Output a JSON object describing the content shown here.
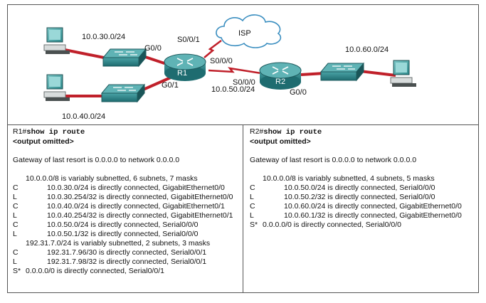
{
  "topology": {
    "nets": {
      "net_30": "10.0.30.0/24",
      "net_40": "10.0.40.0/24",
      "net_50": "10.0.50.0/24",
      "net_60": "10.0.60.0/24"
    },
    "ports": {
      "r1_g00": "G0/0",
      "r1_g01": "G0/1",
      "r1_s001": "S0/0/1",
      "r1_s000": "S0/0/0",
      "r2_s000": "S0/0/0",
      "r2_g00": "G0/0"
    },
    "devices": {
      "r1": "R1",
      "r2": "R2",
      "isp": "ISP"
    }
  },
  "r1_panel": {
    "prompt": "R1#",
    "command": "show ip route",
    "omitted": "<output omitted>",
    "gateway": "Gateway of last resort is 0.0.0.0 to network 0.0.0.0",
    "subnet_header_1": "10.0.0.0/8 is variably subnetted, 6 subnets, 7 masks",
    "routes_1": [
      {
        "code": "C",
        "text": "10.0.30.0/24 is directly connected, GigabitEthernet0/0"
      },
      {
        "code": "L",
        "text": "10.0.30.254/32 is directly connected, GigabitEthernet0/0"
      },
      {
        "code": "C",
        "text": "10.0.40.0/24 is directly connected, GigabitEthernet0/1"
      },
      {
        "code": "L",
        "text": "10.0.40.254/32 is directly connected, GigabitEthernet0/1"
      },
      {
        "code": "C",
        "text": "10.0.50.0/24 is directly connected, Serial0/0/0"
      },
      {
        "code": "L",
        "text": "10.0.50.1/32 is directly connected, Serial0/0/0"
      }
    ],
    "subnet_header_2": "192.31.7.0/24 is variably subnetted, 2 subnets, 3 masks",
    "routes_2": [
      {
        "code": "C",
        "text": "192.31.7.96/30 is directly connected, Serial0/0/1"
      },
      {
        "code": "L",
        "text": "192.31.7.98/32 is directly connected, Serial0/0/1"
      }
    ],
    "default_route": {
      "code": "S*",
      "text": "0.0.0.0/0 is directly connected, Serial0/0/1"
    }
  },
  "r2_panel": {
    "prompt": "R2#",
    "command": "show ip route",
    "omitted": "<output omitted>",
    "gateway": "Gateway of last resort is 0.0.0.0 to network 0.0.0.0",
    "subnet_header_1": "10.0.0.0/8 is variably subnetted, 4 subnets, 5 masks",
    "routes_1": [
      {
        "code": "C",
        "text": "10.0.50.0/24 is directly connected, Serial0/0/0"
      },
      {
        "code": "L",
        "text": "10.0.50.2/32 is directly connected, Serial0/0/0"
      },
      {
        "code": "C",
        "text": "10.0.60.0/24 is directly connected, GigabitEthernet0/0"
      },
      {
        "code": "L",
        "text": "10.0.60.1/32 is directly connected, GigabitEthernet0/0"
      }
    ],
    "default_route": {
      "code": "S*",
      "text": "0.0.0.0/0 is directly connected, Serial0/0/0"
    }
  }
}
